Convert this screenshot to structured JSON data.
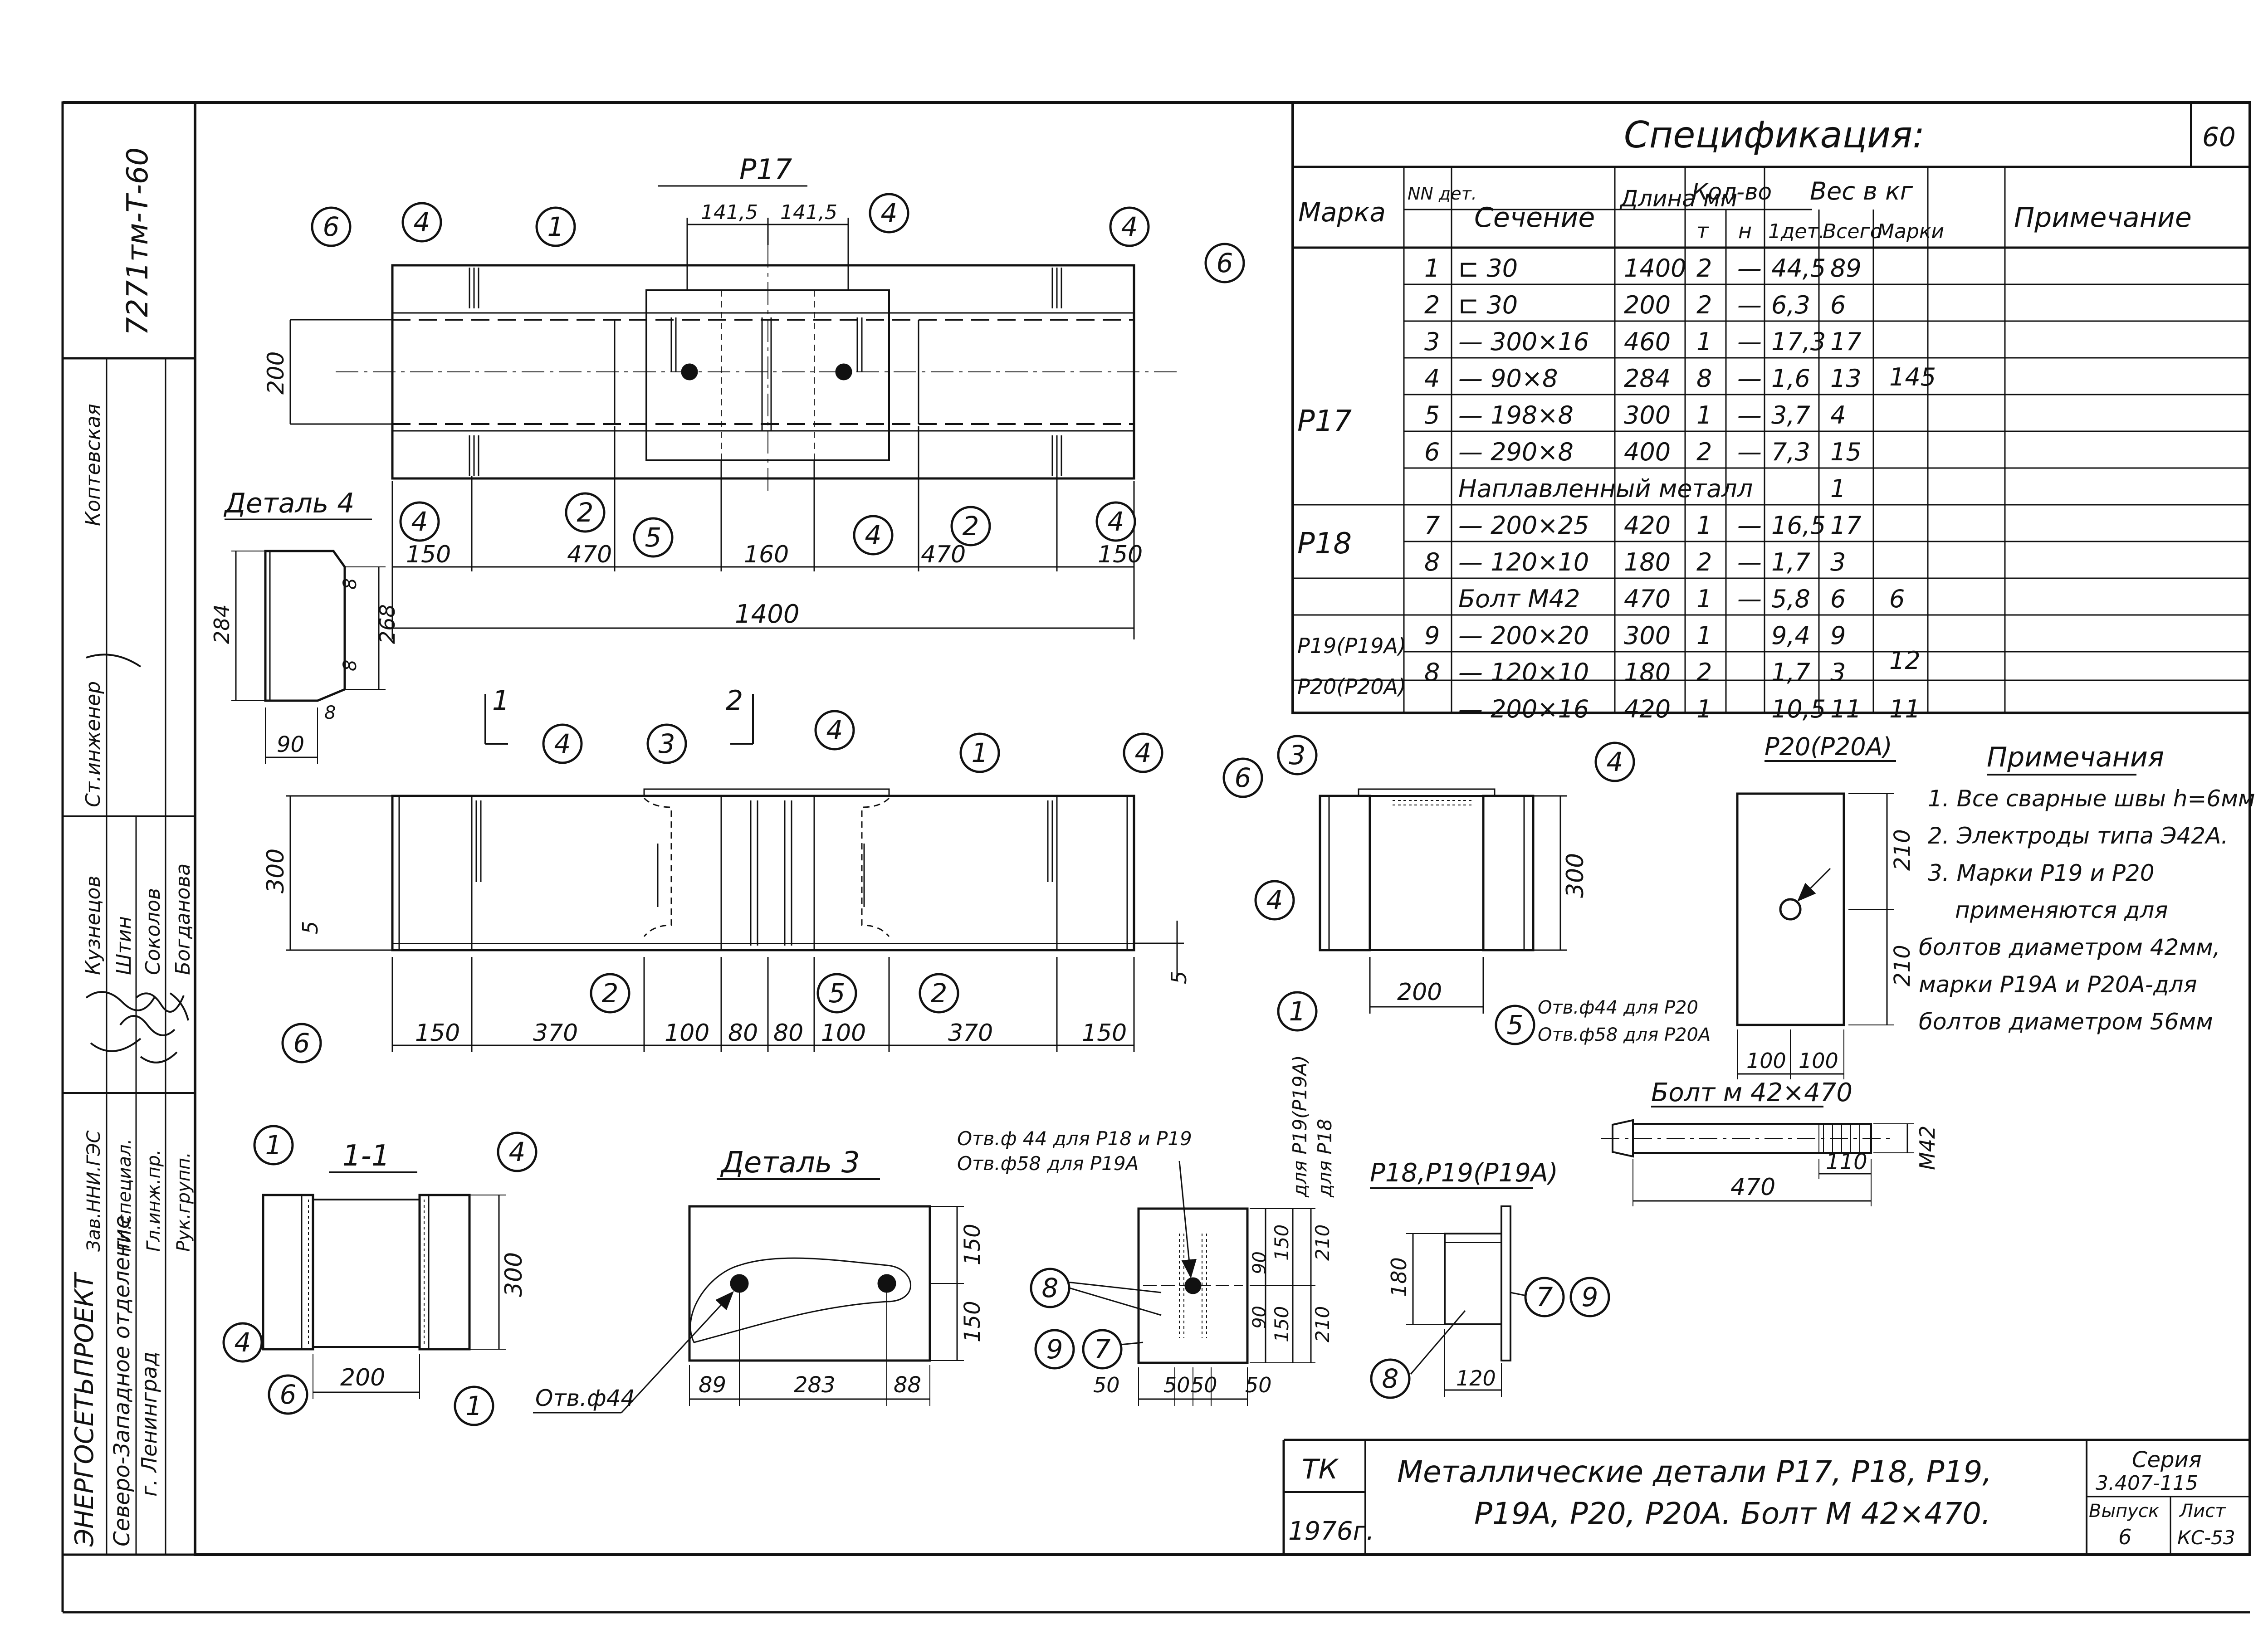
{
  "sheet_number": "60",
  "side_stamp": {
    "code": "7271тм-Т-60",
    "org_lines": [
      "ЭНЕРГОСЕТЬПРОЕКТ",
      "Северо-Западное отделение",
      "г. Ленинград"
    ],
    "roles": [
      "Зав.ННИ.ГЭС",
      "Гл.специал.",
      "Гл.инж.пр.",
      "Рук.групп."
    ],
    "names": [
      "Кузнецов",
      "Штин",
      "Соколов",
      "Богданова"
    ],
    "extra_names": [
      "Ст.инженер",
      "Коптевская"
    ]
  },
  "spec": {
    "title": "Спецификация:",
    "headers": {
      "mark": "Марка",
      "num": "NN дет.",
      "section": "Сечение",
      "length": "Длина мм",
      "qty": "Кол-во",
      "qty_t": "т",
      "qty_n": "н",
      "weight": "Вес в кг",
      "w_det": "1дет.",
      "w_total": "Всего",
      "w_mark": "Марки",
      "note": "Примечание"
    },
    "rows": [
      {
        "mark": "Р17",
        "num": "1",
        "section": "⊏ 30",
        "length": "1400",
        "qt": "2",
        "qn": "—",
        "w1": "44,5",
        "wt": "89",
        "wm": "145"
      },
      {
        "mark": "",
        "num": "2",
        "section": "⊏ 30",
        "length": "200",
        "qt": "2",
        "qn": "—",
        "w1": "6,3",
        "wt": "6",
        "wm": ""
      },
      {
        "mark": "",
        "num": "3",
        "section": "— 300×16",
        "length": "460",
        "qt": "1",
        "qn": "—",
        "w1": "17,3",
        "wt": "17",
        "wm": ""
      },
      {
        "mark": "",
        "num": "4",
        "section": "— 90×8",
        "length": "284",
        "qt": "8",
        "qn": "—",
        "w1": "1,6",
        "wt": "13",
        "wm": ""
      },
      {
        "mark": "",
        "num": "5",
        "section": "— 198×8",
        "length": "300",
        "qt": "1",
        "qn": "—",
        "w1": "3,7",
        "wt": "4",
        "wm": ""
      },
      {
        "mark": "",
        "num": "6",
        "section": "— 290×8",
        "length": "400",
        "qt": "2",
        "qn": "—",
        "w1": "7,3",
        "wt": "15",
        "wm": ""
      },
      {
        "mark": "",
        "num": "",
        "section": "Наплавленный металл",
        "length": "",
        "qt": "",
        "qn": "",
        "w1": "",
        "wt": "1",
        "wm": ""
      },
      {
        "mark": "Р18",
        "num": "7",
        "section": "— 200×25",
        "length": "420",
        "qt": "1",
        "qn": "—",
        "w1": "16,5",
        "wt": "17",
        "wm": ""
      },
      {
        "mark": "",
        "num": "8",
        "section": "— 120×10",
        "length": "180",
        "qt": "2",
        "qn": "—",
        "w1": "1,7",
        "wt": "3",
        "wm": ""
      },
      {
        "mark": "",
        "num": "",
        "section": "Болт М42",
        "length": "470",
        "qt": "1",
        "qn": "—",
        "w1": "5,8",
        "wt": "6",
        "wm": "6"
      },
      {
        "mark": "Р19(Р19А)",
        "num": "9",
        "section": "— 200×20",
        "length": "300",
        "qt": "1",
        "qn": "",
        "w1": "9,4",
        "wt": "9",
        "wm": "12"
      },
      {
        "mark": "",
        "num": "8",
        "section": "— 120×10",
        "length": "180",
        "qt": "2",
        "qn": "",
        "w1": "1,7",
        "wt": "3",
        "wm": ""
      },
      {
        "mark": "Р20(Р20А)",
        "num": "",
        "section": "— 200×16",
        "length": "420",
        "qt": "1",
        "qn": "",
        "w1": "10,5",
        "wt": "11",
        "wm": "11"
      }
    ]
  },
  "notes": {
    "title": "Примечания",
    "lines": [
      "1. Все сварные швы h=6мм",
      "2. Электроды типа Э42А.",
      "3. Марки Р19 и Р20",
      "применяются для",
      "болтов диаметром 42мм,",
      "марки Р19А и Р20А-для",
      "болтов диаметром 56мм"
    ]
  },
  "views": {
    "p17_top": {
      "title": "Р17",
      "dims_top": [
        "141,5",
        "141,5"
      ],
      "dim_height": "200",
      "dims_bottom": [
        "150",
        "470",
        "160",
        "470",
        "150"
      ],
      "dim_total": "1400"
    },
    "detail4": {
      "title": "Деталь 4",
      "dims": [
        "284",
        "268",
        "8",
        "8",
        "8",
        "90"
      ]
    },
    "front": {
      "cut1": "1",
      "cut2": "2",
      "dim_height": "300",
      "dim_5": "5",
      "dims_bottom": [
        "150",
        "370",
        "100",
        "80",
        "80",
        "100",
        "370",
        "150"
      ]
    },
    "side": {
      "dim_height": "300",
      "dim_width": "200"
    },
    "p20": {
      "title": "Р20(Р20А)",
      "dims_v": [
        "210",
        "210"
      ],
      "dims_h": [
        "100",
        "100"
      ],
      "hole_note": [
        "Отв.ф44 для Р20",
        "Отв.ф58 для Р20А"
      ]
    },
    "bolt": {
      "title": "Болт м 42×470",
      "dim_len": "470",
      "dim_thread": "110",
      "dim_dia": "М42"
    },
    "section11": {
      "title": "1-1",
      "dim_height": "300",
      "dim_width": "200"
    },
    "detail3": {
      "title": "Деталь 3",
      "dims_v": [
        "150",
        "150"
      ],
      "dims_h": [
        "89",
        "283",
        "88"
      ],
      "hole_note": "Отв.ф44"
    },
    "p18_plate": {
      "hole_note": [
        "Отв.ф 44 для Р18 и Р19",
        "Отв.ф58 для Р19А"
      ],
      "dims_v": [
        "150",
        "150",
        "210",
        "210",
        "90",
        "90"
      ],
      "dims_h": [
        "50",
        "50",
        "50",
        "50"
      ],
      "side_labels": [
        "для Р19(Р19А)",
        "для Р18"
      ]
    },
    "p18_side": {
      "title": "Р18,Р19(Р19А)",
      "dim_h": "180",
      "dim_w": "120"
    }
  },
  "callouts": {
    "c1": "1",
    "c2": "2",
    "c3": "3",
    "c4": "4",
    "c5": "5",
    "c6": "6",
    "c7": "7",
    "c8": "8",
    "c9": "9"
  },
  "title_block": {
    "org": "ТК",
    "year": "1976г.",
    "title_line1": "Металлические детали Р17, Р18, Р19,",
    "title_line2": "Р19А, Р20, Р20А. Болт М 42×470.",
    "series_label": "Серия",
    "series": "3.407-115",
    "issue_label": "Выпуск",
    "issue": "6",
    "sheet_label": "Лист",
    "sheet": "КС-53"
  }
}
